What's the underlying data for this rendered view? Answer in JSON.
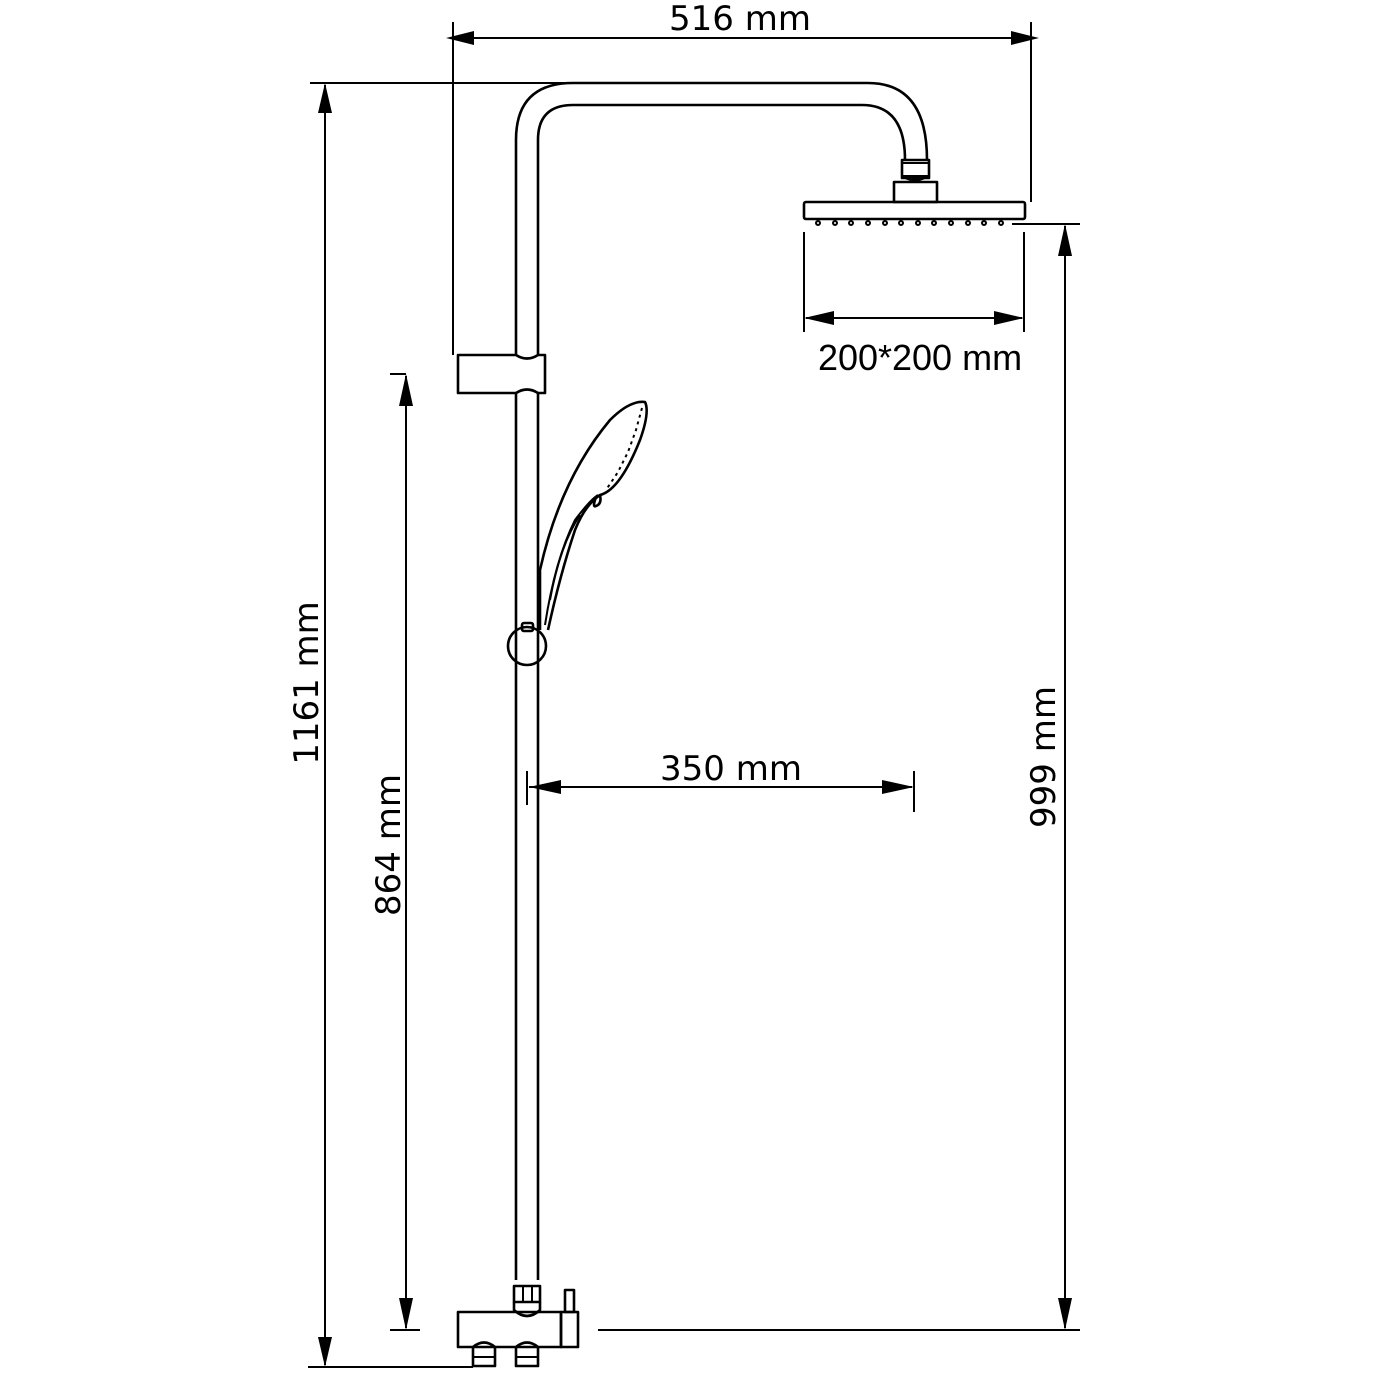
{
  "drawing": {
    "subject": "Shower system dimensional drawing",
    "stroke_color": "#000000",
    "background_color": "#ffffff"
  },
  "dimensions": {
    "overall_width": {
      "label": "516 mm",
      "value": 516,
      "unit": "mm"
    },
    "overall_height": {
      "label": "1161 mm",
      "value": 1161,
      "unit": "mm"
    },
    "slide_height": {
      "label": "864 mm",
      "value": 864,
      "unit": "mm"
    },
    "head_height": {
      "label": "999 mm",
      "value": 999,
      "unit": "mm"
    },
    "head_size": {
      "label": "200*200 mm",
      "value": "200*200",
      "unit": "mm"
    },
    "arm_projection": {
      "label": "350 mm",
      "value": 350,
      "unit": "mm"
    }
  },
  "components": [
    "overhead-rain-shower-head",
    "shower-arm",
    "riser-rail",
    "slide-holder-clamp",
    "hand-shower",
    "hand-shower-holder-knob",
    "diverter-mixer-valve"
  ]
}
